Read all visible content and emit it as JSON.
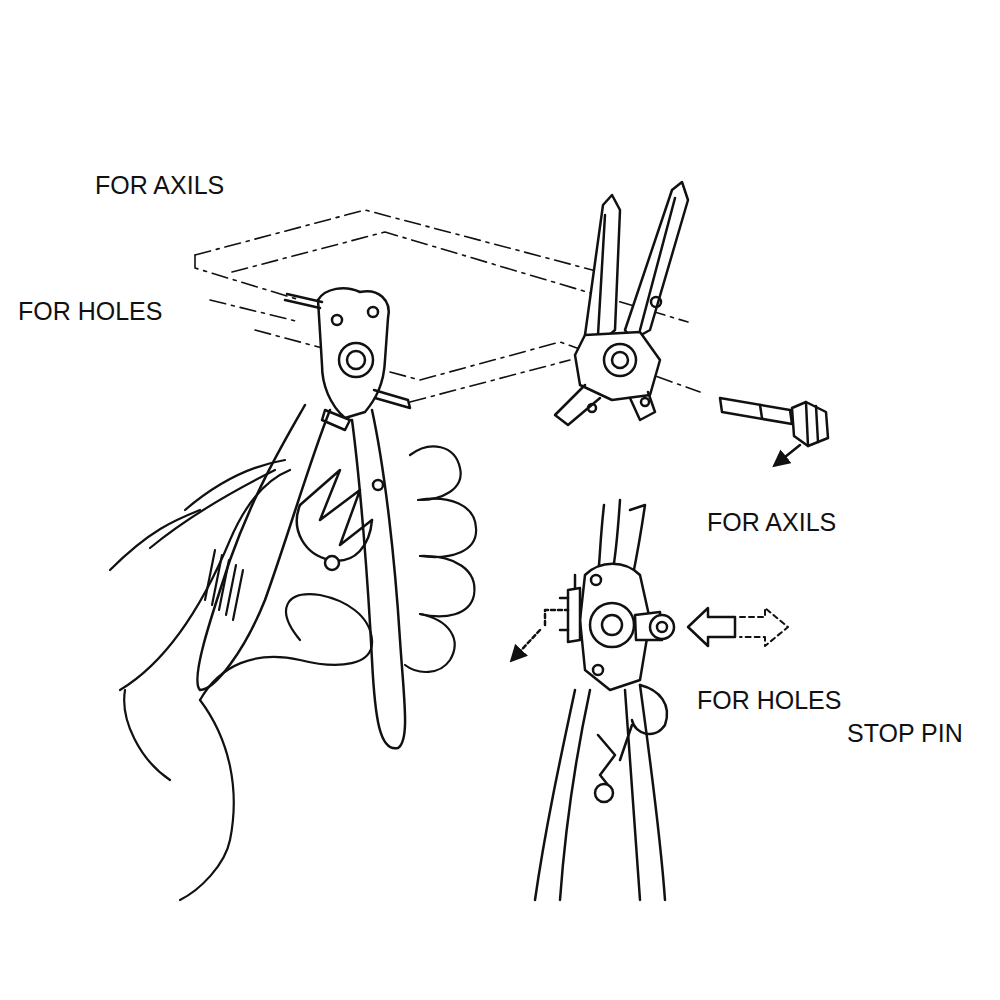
{
  "diagram": {
    "labels": [
      "FOR AXILS",
      "FOR HOLES",
      "FOR AXILS",
      "FOR HOLES",
      "STOP PIN"
    ]
  }
}
